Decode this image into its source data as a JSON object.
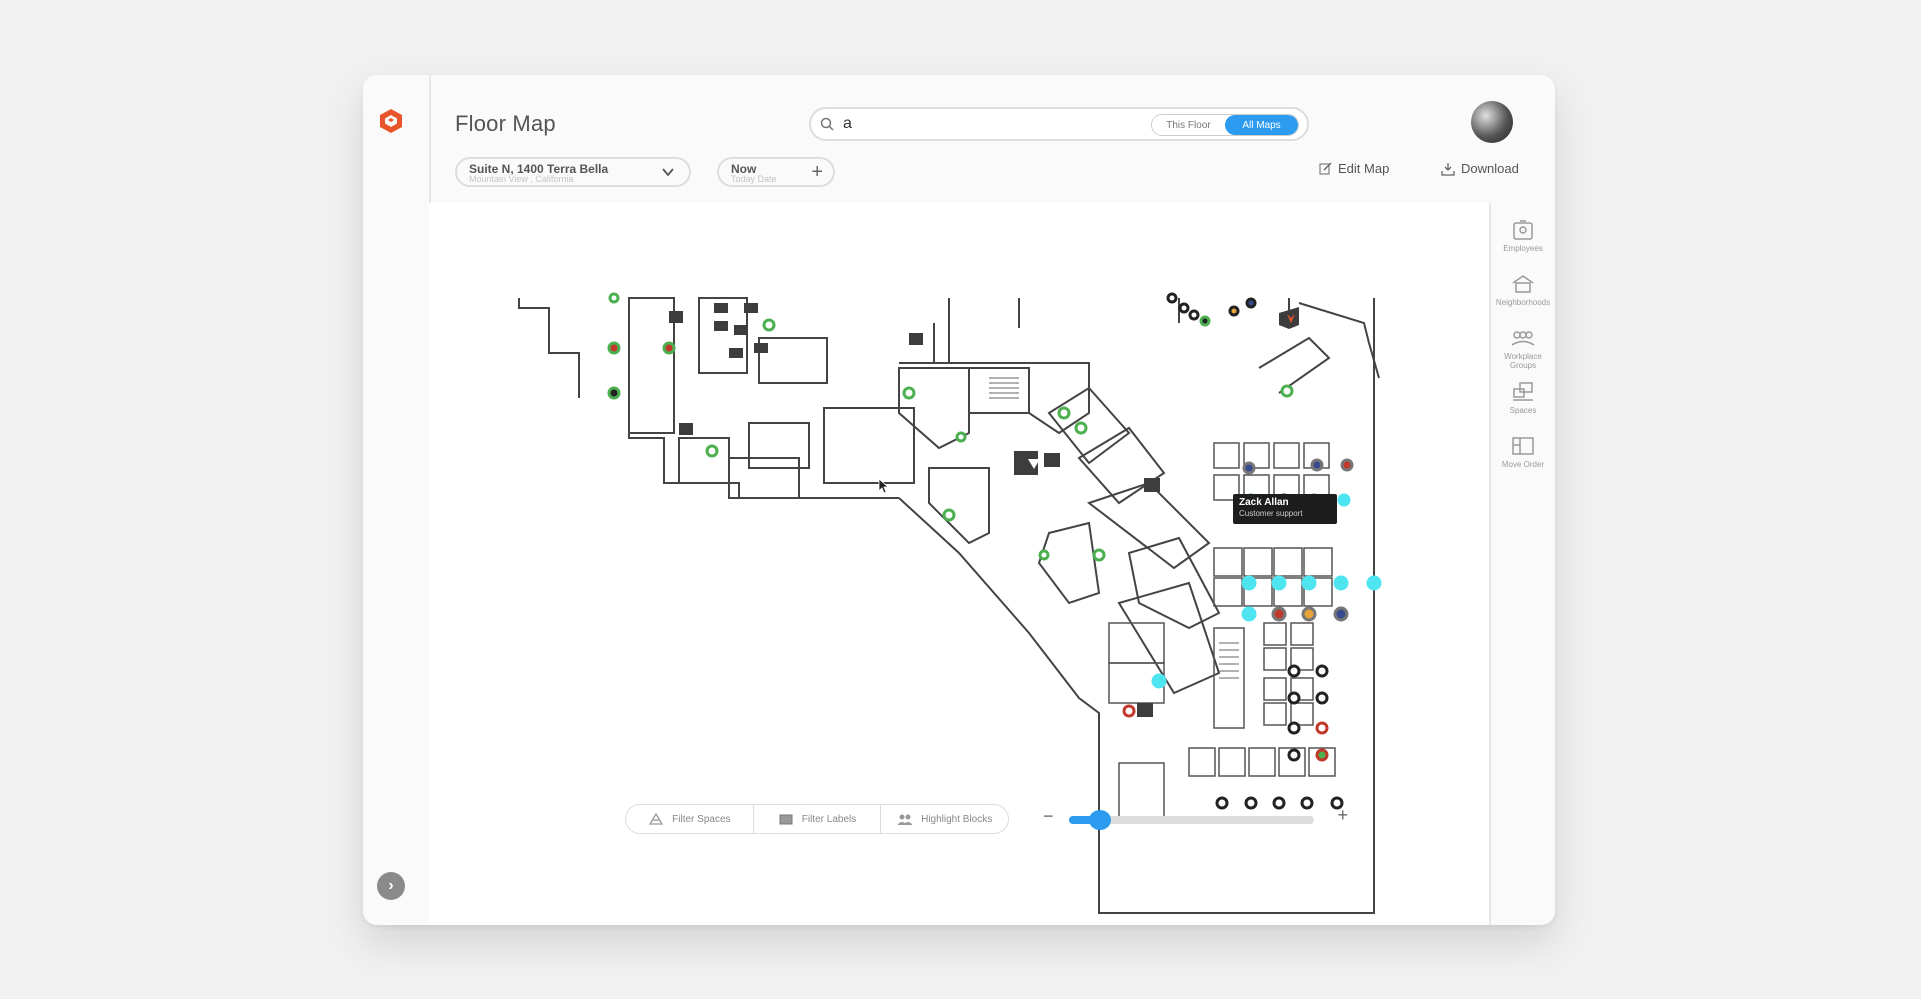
{
  "header": {
    "title": "Floor Map",
    "search": {
      "value": "a",
      "scope_this": "This Floor",
      "scope_all": "All Maps",
      "active_scope": "All Maps"
    },
    "location": {
      "name": "Suite N, 1400 Terra Bella",
      "city": "Mountain View , California"
    },
    "time": {
      "label": "Now",
      "sub": "Today Date"
    },
    "actions": {
      "edit_map": "Edit Map",
      "download": "Download"
    }
  },
  "right_rail": {
    "items": [
      {
        "label": "Employees",
        "icon": "employee-badge-icon"
      },
      {
        "label": "Neighborhoods",
        "icon": "neighborhood-icon"
      },
      {
        "label": "Workplace Groups",
        "icon": "group-icon"
      },
      {
        "label": "Spaces",
        "icon": "desk-icon"
      },
      {
        "label": "Move Order",
        "icon": "move-order-icon"
      }
    ]
  },
  "bottom": {
    "filters": [
      {
        "label": "Filter Spaces",
        "icon": "filter-spaces-icon"
      },
      {
        "label": "Filter Labels",
        "icon": "filter-labels-icon"
      },
      {
        "label": "Highlight Blocks",
        "icon": "people-icon"
      }
    ],
    "zoom_fraction": 0.08
  },
  "tooltip": {
    "name": "Zack Allan",
    "role": "Customer support"
  },
  "colors": {
    "accent": "#2d9bf0",
    "brand": "#e8552a",
    "available": "#4caf50",
    "selected": "#4ee4f0"
  }
}
